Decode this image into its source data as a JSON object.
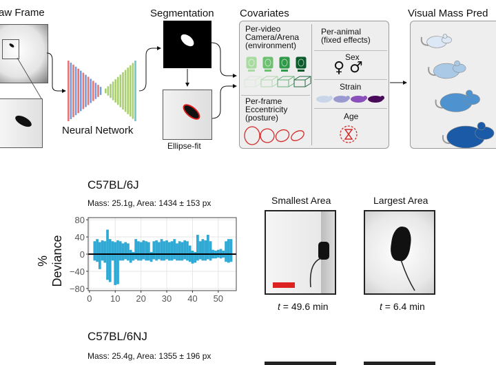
{
  "pipeline": {
    "raw_frame_title": "aw Frame",
    "neural_network_label": "Neural Network",
    "segmentation_title": "Segmentation",
    "ellipse_fit_label": "Ellipse-fit",
    "covariates_title": "Covariates",
    "visual_mass_title": "Visual Mass Pred"
  },
  "covariates": {
    "per_video": [
      "Per-video",
      "Camera/Arena",
      "(environment)"
    ],
    "per_frame": [
      "Per-frame",
      "Eccentricity",
      "(posture)"
    ],
    "per_animal": [
      "Per-animal",
      "(fixed effects)"
    ],
    "sex_label": "Sex",
    "sex_symbols": "♀ ♂",
    "strain_label": "Strain",
    "age_label": "Age",
    "camera_colors": [
      "#a8dba0",
      "#6cc070",
      "#2e9a48",
      "#0b5a2a"
    ],
    "strain_colors": [
      "#c9d6ea",
      "#9a9ad0",
      "#8a4fb8",
      "#4a0a5a"
    ],
    "mass_colors": [
      "#dce8f5",
      "#a9c9e6",
      "#4e93cf",
      "#1a5aa6"
    ],
    "eccentricity_color": "#d42a2a"
  },
  "animals": [
    {
      "strain": "C57BL/6J",
      "summary": "Mass: 25.1g, Area: 1434 ± 153 px",
      "smallest_label": "Smallest Area",
      "largest_label": "Largest Area",
      "smallest_time": "49.6 min",
      "largest_time": "6.4 min",
      "t_symbol": "t = "
    },
    {
      "strain": "C57BL/6NJ",
      "summary": "Mass: 25.4g, Area: 1355 ± 196 px"
    }
  ],
  "chart_data": {
    "type": "area",
    "ylabel": "% Deviance",
    "xlabel": "",
    "xlim": [
      -0.5,
      57
    ],
    "ylim": [
      -85,
      85
    ],
    "xticks": [
      0,
      10,
      20,
      30,
      40,
      50
    ],
    "yticks": [
      80,
      40,
      0,
      -40,
      -80
    ],
    "ytick_labels": [
      "80",
      "40",
      "0",
      "−40",
      "−80"
    ],
    "grid": true,
    "color": "#1aa0d0",
    "x": [
      2,
      3,
      4,
      5,
      6,
      7,
      8,
      9,
      10,
      11,
      12,
      13,
      14,
      15,
      16,
      17,
      18,
      19,
      20,
      21,
      22,
      23,
      24,
      25,
      26,
      27,
      28,
      29,
      30,
      31,
      32,
      33,
      34,
      35,
      36,
      37,
      38,
      39,
      40,
      41,
      42,
      43,
      44,
      45,
      46,
      47,
      48,
      49,
      50,
      51,
      52,
      53,
      54,
      55
    ],
    "upper": [
      30,
      35,
      28,
      32,
      30,
      57,
      35,
      30,
      28,
      32,
      30,
      25,
      28,
      25,
      10,
      5,
      35,
      30,
      28,
      32,
      30,
      28,
      5,
      30,
      32,
      28,
      35,
      30,
      32,
      28,
      30,
      35,
      25,
      30,
      28,
      32,
      30,
      20,
      8,
      5,
      45,
      30,
      35,
      32,
      45,
      30,
      10,
      8,
      10,
      12,
      8,
      30,
      35,
      35
    ],
    "lower": [
      -15,
      -18,
      -35,
      -15,
      -20,
      -60,
      -65,
      -15,
      -72,
      -70,
      -15,
      -15,
      -12,
      -15,
      -20,
      -15,
      -12,
      -15,
      -15,
      -12,
      -15,
      -15,
      -18,
      -12,
      -15,
      -12,
      -15,
      -15,
      -12,
      -15,
      -15,
      -12,
      -15,
      -15,
      -15,
      -12,
      -15,
      -18,
      -22,
      -20,
      -15,
      -12,
      -15,
      -15,
      -12,
      -15,
      -10,
      -10,
      -8,
      -10,
      -8,
      -18,
      -20,
      -18
    ]
  }
}
